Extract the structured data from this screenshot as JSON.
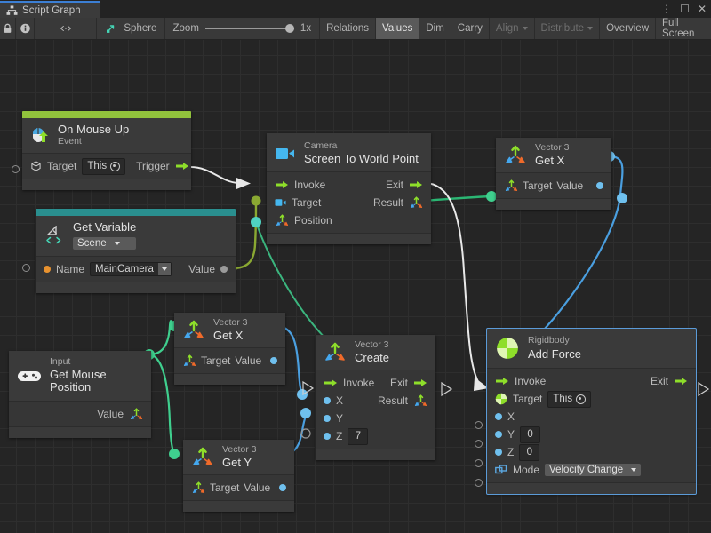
{
  "window": {
    "tab_label": "Script Graph",
    "tab_icon": "script-graph-icon",
    "menu_icon": "kebab-menu-icon",
    "maximize_icon": "maximize-icon",
    "close_icon": "close-icon"
  },
  "toolbar": {
    "lock_icon": "lock-icon",
    "info_icon": "info-icon",
    "code_icon": "angle-brackets-icon",
    "object_icon": "sphere-object-icon",
    "object_label": "Sphere",
    "zoom_label": "Zoom",
    "zoom_value": "1x",
    "buttons": [
      {
        "label": "Relations",
        "state": "normal"
      },
      {
        "label": "Values",
        "state": "active"
      },
      {
        "label": "Dim",
        "state": "normal"
      },
      {
        "label": "Carry",
        "state": "normal"
      },
      {
        "label": "Align",
        "state": "disabled",
        "caret": true
      },
      {
        "label": "Distribute",
        "state": "disabled",
        "caret": true
      },
      {
        "label": "Overview",
        "state": "normal"
      },
      {
        "label": "Full Screen",
        "state": "normal"
      }
    ]
  },
  "nodes": {
    "on_mouse_up": {
      "accent": "#91c23c",
      "subtitle": "On Mouse Up",
      "title": "Event",
      "icon": "on-mouse-up-icon",
      "target_label": "Target",
      "target_value": "This",
      "trigger_label": "Trigger"
    },
    "get_variable": {
      "accent": "#2a8f8f",
      "subtitle": "Get Variable",
      "icon": "get-variable-icon",
      "scope_value": "Scene",
      "name_label": "Name",
      "name_value": "MainCamera",
      "value_label": "Value"
    },
    "camera_screen_to_world": {
      "subtitle": "Camera",
      "title": "Screen To World Point",
      "icon": "camera-icon",
      "invoke_label": "Invoke",
      "exit_label": "Exit",
      "target_label": "Target",
      "result_label": "Result",
      "position_label": "Position"
    },
    "vector3_get_x_right": {
      "subtitle": "Vector 3",
      "title": "Get X",
      "icon": "vector3-icon",
      "target_label": "Target",
      "value_label": "Value"
    },
    "vector3_get_x_mid": {
      "subtitle": "Vector 3",
      "title": "Get X",
      "icon": "vector3-icon",
      "target_label": "Target",
      "value_label": "Value"
    },
    "vector3_get_y": {
      "subtitle": "Vector 3",
      "title": "Get Y",
      "icon": "vector3-icon",
      "target_label": "Target",
      "value_label": "Value"
    },
    "input_mouse_position": {
      "subtitle": "Input",
      "title": "Get Mouse Position",
      "icon": "gamepad-icon",
      "value_label": "Value"
    },
    "vector3_create": {
      "subtitle": "Vector 3",
      "title": "Create",
      "icon": "vector3-icon",
      "invoke_label": "Invoke",
      "exit_label": "Exit",
      "x_label": "X",
      "y_label": "Y",
      "z_label": "Z",
      "z_value": "7",
      "result_label": "Result"
    },
    "rigidbody_add_force": {
      "subtitle": "Rigidbody",
      "title": "Add Force",
      "icon": "rigidbody-icon",
      "selected": true,
      "invoke_label": "Invoke",
      "exit_label": "Exit",
      "target_label": "Target",
      "target_value": "This",
      "x_label": "X",
      "y_label": "Y",
      "y_value": "0",
      "z_label": "Z",
      "z_value": "0",
      "mode_label": "Mode",
      "mode_value": "Velocity Change",
      "mode_icon": "enum-icon"
    }
  },
  "colors": {
    "canvas_bg": "#252525",
    "node_bg": "#3a3a3a",
    "flow_wire": "#e8e8e8",
    "value_wire_blue": "#4a9fe0",
    "value_wire_green": "#3fcf8e",
    "value_wire_olive": "#8aa832",
    "accent_green": "#91c23c",
    "accent_teal": "#2a8f8f",
    "selection": "#5b9bd8"
  }
}
